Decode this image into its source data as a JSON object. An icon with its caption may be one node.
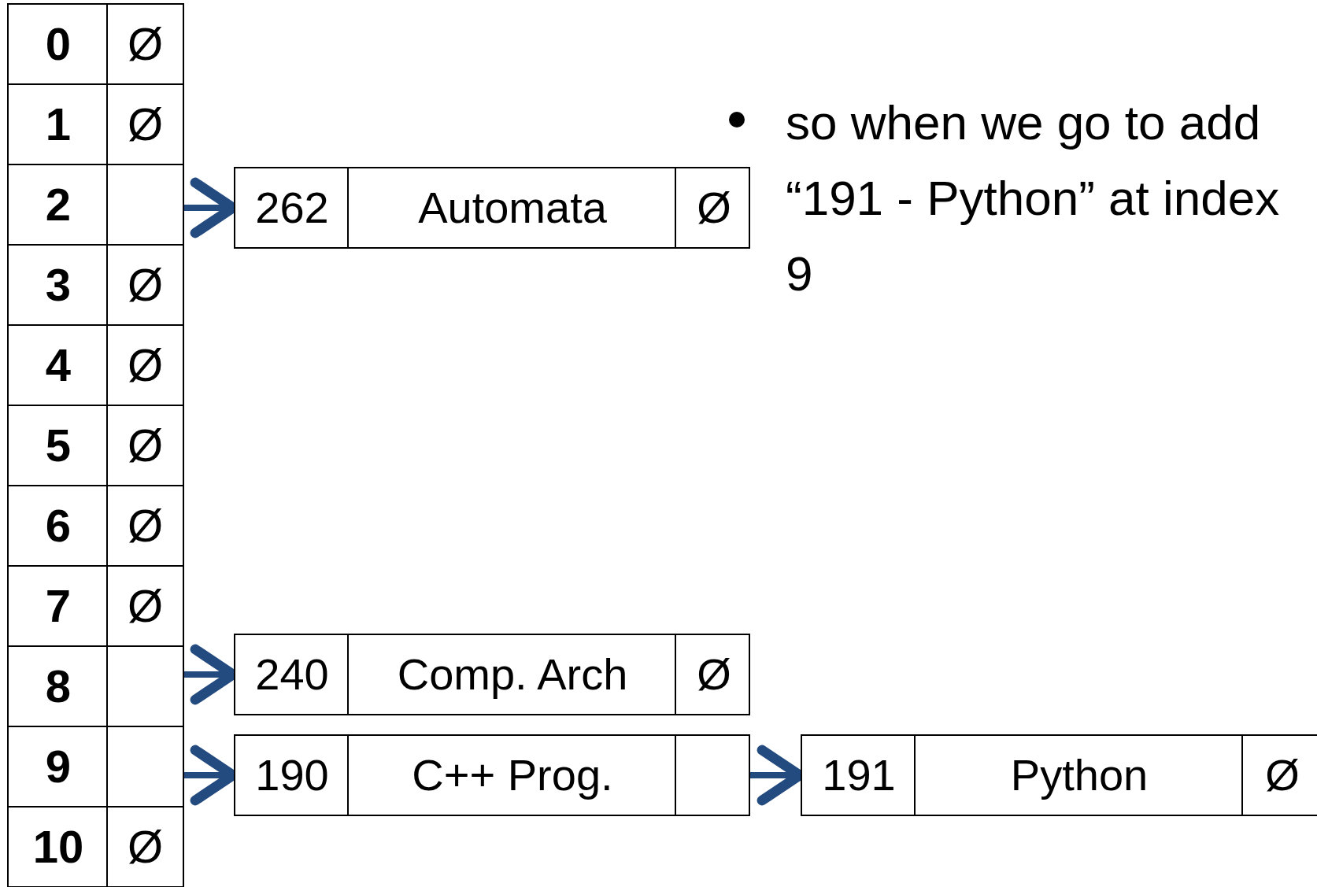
{
  "diagram": {
    "nodes": [
      {
        "text": [
          "0",
          "Ø"
        ]
      },
      {
        "text": [
          "1",
          "Ø"
        ]
      },
      {
        "text": [
          "2"
        ]
      },
      {
        "text": [
          "3",
          "Ø"
        ]
      },
      {
        "text": [
          "4",
          "Ø"
        ]
      },
      {
        "text": [
          "5",
          "Ø"
        ]
      },
      {
        "text": [
          "6",
          "Ø"
        ]
      },
      {
        "text": [
          "7",
          "Ø"
        ]
      },
      {
        "text": [
          "8"
        ]
      },
      {
        "text": [
          "9"
        ]
      },
      {
        "text": [
          "10",
          "Ø"
        ]
      },
      {
        "text": [
          "262",
          "Automata",
          "Ø"
        ]
      },
      {
        "text": [
          "240",
          "Comp. Arch",
          "Ø"
        ]
      },
      {
        "text": [
          "190",
          "C++ Prog."
        ]
      },
      {
        "text": [
          "191",
          "Python",
          "Ø"
        ]
      }
    ],
    "edges": [
      {
        "from": 2,
        "to": 11,
        "arrow": "to"
      },
      {
        "from": 8,
        "to": 12,
        "arrow": "to"
      },
      {
        "from": 9,
        "to": 13,
        "arrow": "to"
      },
      {
        "from": 13,
        "to": 14,
        "arrow": "to"
      }
    ],
    "labels": [
      "so when we go to add “191 - Python” at index 9"
    ]
  }
}
